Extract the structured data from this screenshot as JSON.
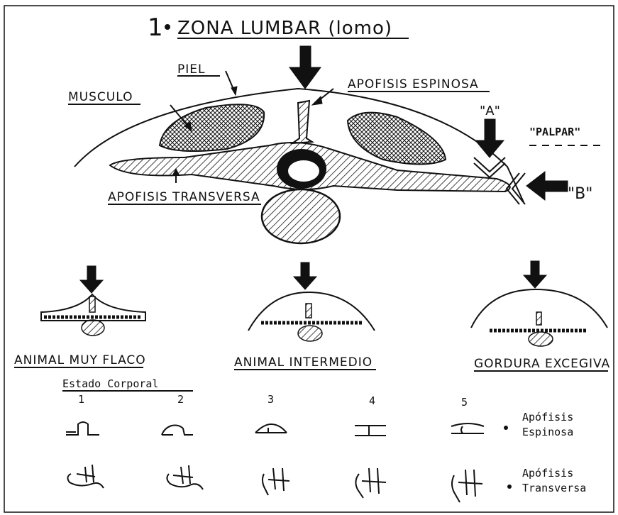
{
  "title": {
    "number": "1",
    "text": "ZONA LUMBAR (lomo)"
  },
  "main_labels": {
    "piel": "PIEL",
    "musculo": "MUSCULO",
    "apofisis_espinosa": "APOFISIS ESPINOSA",
    "apofisis_transversa": "APOFISIS TRANSVERSA",
    "a": "\"A\"",
    "b": "\"B\"",
    "palpar": "\"PALPAR\""
  },
  "conditions": [
    {
      "label": "ANIMAL MUY FLACO"
    },
    {
      "label": "ANIMAL INTERMEDIO"
    },
    {
      "label": "GORDURA EXCEGIVA"
    }
  ],
  "scale": {
    "header": "Estado Corporal",
    "numbers": [
      "1",
      "2",
      "3",
      "4",
      "5"
    ],
    "row1_label_line1": "Apófisis",
    "row1_label_line2": "Espinosa",
    "row2_label_line1": "Apófisis",
    "row2_label_line2": "Transversa"
  }
}
